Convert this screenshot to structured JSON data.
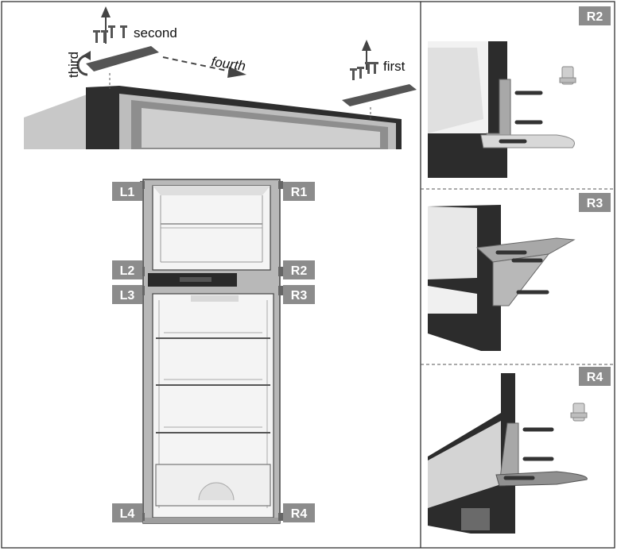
{
  "steps": {
    "first": "first",
    "second": "second",
    "third": "third",
    "fourth": "fourth"
  },
  "labels": {
    "L1": "L1",
    "R1": "R1",
    "L2": "L2",
    "R2": "R2",
    "L3": "L3",
    "R3": "R3",
    "L4": "L4",
    "R4": "R4"
  },
  "details": {
    "r2": "R2",
    "r3": "R3",
    "r4": "R4"
  },
  "colors": {
    "label_box": "#8c8c8c",
    "fridge_body": "#3a3a3a",
    "fridge_top": "#d4d4d4",
    "door_frame": "#9a9a9a",
    "hinge": "#a8a8a8",
    "pin": "#555555"
  }
}
